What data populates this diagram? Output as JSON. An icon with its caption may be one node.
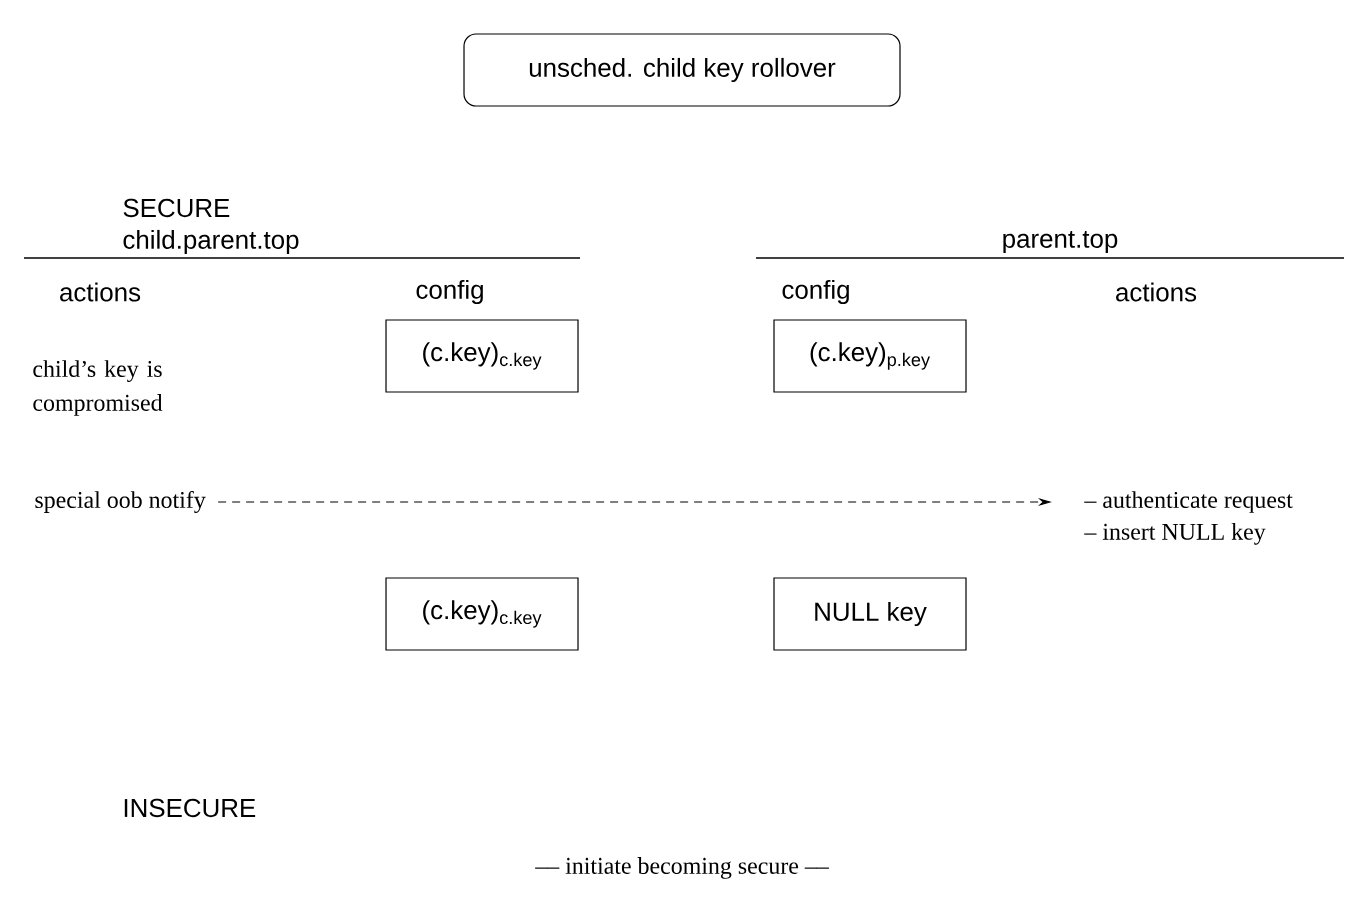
{
  "diagram": {
    "title": "unsched. child key rollover",
    "nodes": [
      {
        "text": [
          "(c.key)$_{c.key}$"
        ]
      },
      {
        "text": [
          "(c.key)$_{p.key}$"
        ]
      },
      {
        "text": [
          "(c.key)$_{c.key}$"
        ]
      },
      {
        "text": [
          "NULL key"
        ]
      },
      {
        "text": [
          "special oob notify"
        ]
      },
      {
        "text": [
          "– authenticate request",
          "– insert NULL key"
        ]
      }
    ],
    "edges": [
      {
        "from": 4,
        "to": 5,
        "arrow": "to",
        "style": "dashed"
      }
    ],
    "labels": [
      "SECURE",
      "child.parent.top",
      "parent.top",
      "actions",
      "config",
      "config",
      "actions",
      "child’s key is compromised",
      "INSECURE",
      "–– initiate becoming secure ––"
    ]
  }
}
